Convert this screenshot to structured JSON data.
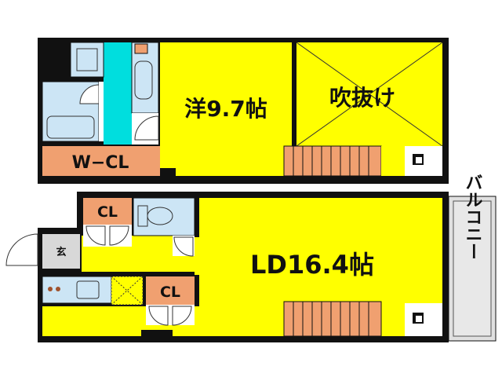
{
  "plan": {
    "upper_floor": {
      "western_room_label": "洋9.7帖",
      "void_label": "吹抜け",
      "walk_in_closet_label": "W−CL"
    },
    "lower_floor": {
      "living_dining_label": "LD16.4帖",
      "closet_top_label": "CL",
      "closet_bottom_label": "CL",
      "entrance_label": "玄",
      "balcony_label": "バルコニー"
    }
  },
  "colors": {
    "room_fill": "#ffff00",
    "void_fill": "#ffff00",
    "closet_fill": "#f0a070",
    "wet_area_fill": "#cce5f5",
    "bathroom_accent": "#00dede",
    "stairs_fill": "#f0a070",
    "wall": "#111111",
    "balcony_fill": "#e0e0e0",
    "entrance_fill": "#d8d8d8"
  }
}
